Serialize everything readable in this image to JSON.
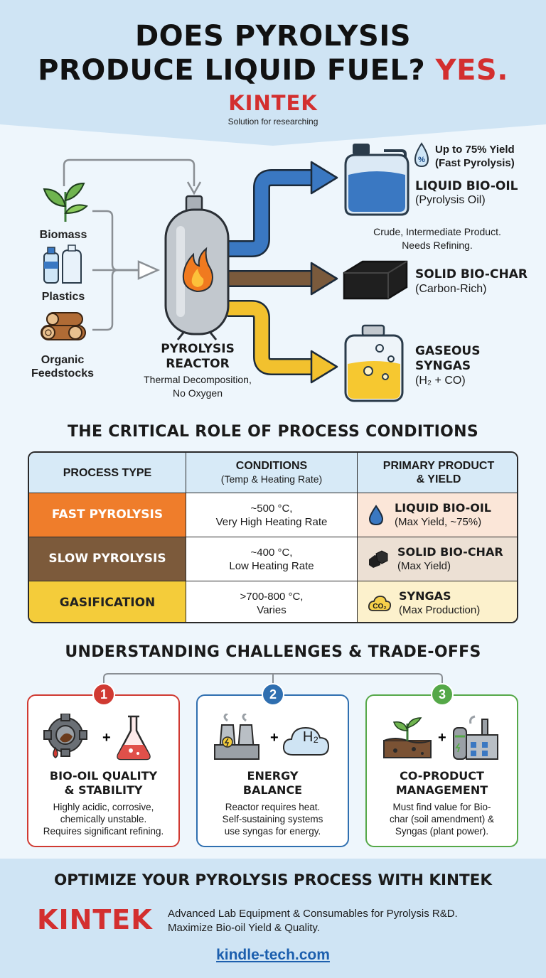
{
  "header": {
    "title_line1": "DOES PYROLYSIS",
    "title_line2": "PRODUCE LIQUID FUEL?",
    "title_answer": "YES.",
    "brand": "KINTEK",
    "tagline": "Solution for researching"
  },
  "flow": {
    "feedstocks": [
      {
        "label": "Biomass",
        "icon": "leaves-icon"
      },
      {
        "label": "Plastics",
        "icon": "bottles-icon"
      },
      {
        "label": "Organic Feedstocks",
        "icon": "logs-icon"
      }
    ],
    "reactor": {
      "title_line1": "PYROLYSIS",
      "title_line2": "REACTOR",
      "subtitle_line1": "Thermal Decomposition,",
      "subtitle_line2": "No Oxygen"
    },
    "products": {
      "oil": {
        "yield_line1": "Up to 75% Yield",
        "yield_line2": "(Fast Pyrolysis)",
        "title": "LIQUID BIO-OIL",
        "subtitle": "(Pyrolysis Oil)",
        "note_line1": "Crude, Intermediate Product.",
        "note_line2": "Needs Refining.",
        "color": "#3a78c2"
      },
      "char": {
        "title": "SOLID BIO-CHAR",
        "subtitle": "(Carbon-Rich)",
        "color": "#7a5a3c"
      },
      "gas": {
        "title_line1": "GASEOUS",
        "title_line2": "SYNGAS",
        "subtitle": "(H₂ + CO)",
        "color": "#f2c12e"
      }
    }
  },
  "conditions": {
    "section_title": "THE CRITICAL ROLE OF PROCESS CONDITIONS",
    "headers": {
      "col1": "PROCESS TYPE",
      "col2": "CONDITIONS",
      "col2_sub": "(Temp & Heating Rate)",
      "col3_line1": "PRIMARY PRODUCT",
      "col3_line2": "& YIELD"
    },
    "rows": [
      {
        "type": "FAST PYROLYSIS",
        "cond1": "~500 °C,",
        "cond2": "Very High Heating Rate",
        "prod": "LIQUID BIO-OIL",
        "yield": "(Max Yield, ~75%)",
        "color": "#ef7d2b",
        "prod_bg": "#fbe6d8",
        "text_color": "#ffffff"
      },
      {
        "type": "SLOW PYROLYSIS",
        "cond1": "~400 °C,",
        "cond2": "Low Heating Rate",
        "prod": "SOLID BIO-CHAR",
        "yield": "(Max Yield)",
        "color": "#7c5a3b",
        "prod_bg": "#ece0d4",
        "text_color": "#ffffff"
      },
      {
        "type": "GASIFICATION",
        "cond1": ">700-800 °C,",
        "cond2": "Varies",
        "prod": "SYNGAS",
        "yield": "(Max Production)",
        "color": "#f4cc3a",
        "prod_bg": "#fcf1cc",
        "text_color": "#222222"
      }
    ],
    "co2_label": "CO₂"
  },
  "challenges": {
    "section_title": "UNDERSTANDING CHALLENGES & TRADE-OFFS",
    "plus": "+",
    "h2_label": "H₂",
    "cards": [
      {
        "number": "1",
        "title_line1": "BIO-OIL QUALITY",
        "title_line2": "& STABILITY",
        "body": [
          "Highly acidic, corrosive,",
          "chemically unstable.",
          "Requires significant refining."
        ],
        "color": "#d03a32"
      },
      {
        "number": "2",
        "title_line1": "ENERGY",
        "title_line2": "BALANCE",
        "body": [
          "Reactor requires heat.",
          "Self-sustaining systems",
          "use syngas for energy."
        ],
        "color": "#2f6fb0"
      },
      {
        "number": "3",
        "title_line1": "CO-PRODUCT",
        "title_line2": "MANAGEMENT",
        "body": [
          "Must find value for Bio-",
          "char (soil amendment) &",
          "Syngas (plant power)."
        ],
        "color": "#55a848"
      }
    ]
  },
  "footer": {
    "title": "OPTIMIZE YOUR PYROLYSIS PROCESS WITH KINTEK",
    "brand": "KINTEK",
    "line1": "Advanced Lab Equipment & Consumables for Pyrolysis R&D.",
    "line2": "Maximize Bio-oil Yield & Quality.",
    "link": "kindle-tech.com"
  }
}
